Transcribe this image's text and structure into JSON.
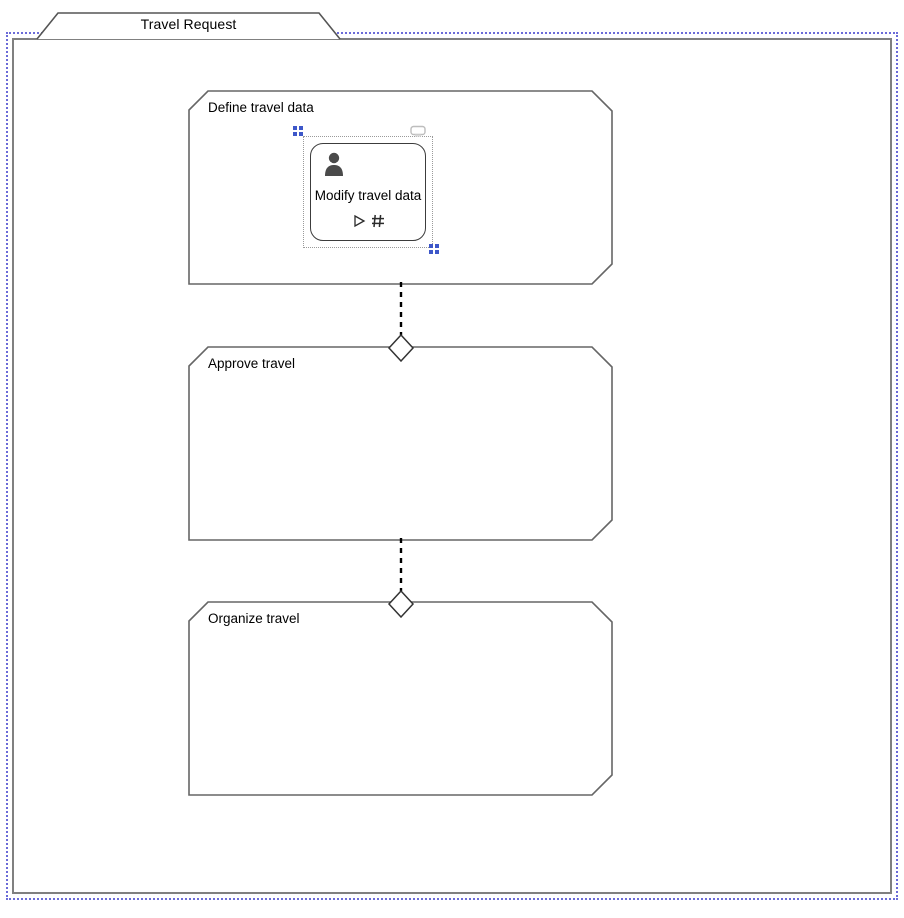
{
  "diagram": {
    "title": "Travel Request",
    "type": "subject-oriented-process-diagram",
    "frame_border_color": "#6b6bd8",
    "frame_inner_color": "#808080",
    "stroke_color": "#3c3c3c",
    "selection_color": "#3d57c9",
    "background": "#ffffff"
  },
  "pools": [
    {
      "id": "pool-define",
      "label": "Define travel data"
    },
    {
      "id": "pool-approve",
      "label": "Approve travel"
    },
    {
      "id": "pool-organize",
      "label": "Organize travel"
    }
  ],
  "connectors": [
    {
      "id": "msg-define-approve",
      "from": "pool-define",
      "to": "pool-approve",
      "style": "dashed",
      "marker": "diamond"
    },
    {
      "id": "msg-approve-organize",
      "from": "pool-approve",
      "to": "pool-organize",
      "style": "dashed",
      "marker": "diamond"
    }
  ],
  "task": {
    "label": "Modify travel data",
    "selected": true,
    "person_icon": "user-icon",
    "comment_icon": "comment-icon",
    "markers": [
      {
        "name": "play-icon",
        "glyph": "▷"
      },
      {
        "name": "grid-icon",
        "glyph": "#"
      }
    ]
  }
}
